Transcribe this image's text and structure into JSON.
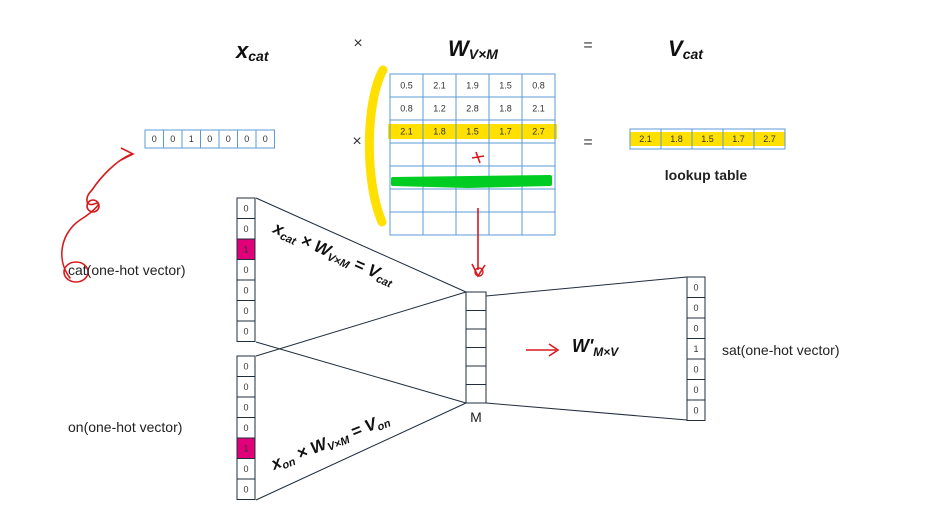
{
  "header": {
    "x_cat": "x",
    "x_cat_sub": "cat",
    "times": "×",
    "w": "W",
    "w_sub": "V×M",
    "equals": "=",
    "v_cat": "V",
    "v_cat_sub": "cat"
  },
  "onehot_cat": [
    "0",
    "0",
    "1",
    "0",
    "0",
    "0",
    "0"
  ],
  "matrix_rows": [
    [
      "0.5",
      "2.1",
      "1.9",
      "1.5",
      "0.8"
    ],
    [
      "0.8",
      "1.2",
      "2.8",
      "1.8",
      "2.1"
    ],
    [
      "2.1",
      "1.8",
      "1.5",
      "1.7",
      "2.7"
    ],
    [
      "",
      "",
      "",
      "",
      ""
    ],
    [
      "",
      "",
      "",
      "",
      ""
    ],
    [
      "",
      "",
      "",
      "",
      ""
    ],
    [
      "",
      "",
      "",
      "",
      ""
    ]
  ],
  "result_row": [
    "2.1",
    "1.8",
    "1.5",
    "1.7",
    "2.7"
  ],
  "lookup_label": "lookup table",
  "input_cat": {
    "label": "cat(one-hot vector)",
    "values": [
      "0",
      "0",
      "1",
      "0",
      "0",
      "0",
      "0"
    ]
  },
  "input_on": {
    "label": "on(one-hot vector)",
    "values": [
      "0",
      "0",
      "0",
      "0",
      "1",
      "0",
      "0"
    ]
  },
  "output_sat": {
    "label": "sat(one-hot vector)",
    "values": [
      "0",
      "0",
      "0",
      "1",
      "0",
      "0",
      "0"
    ]
  },
  "hidden_label": "M",
  "eq_cat": {
    "x": "x",
    "x_sub": "cat",
    "w": "W",
    "w_sub": "V×M",
    "v": "V",
    "v_sub": "cat"
  },
  "eq_on": {
    "x": "x",
    "x_sub": "on",
    "w": "W",
    "w_sub": "V×M",
    "v": "V",
    "v_sub": "on"
  },
  "w_prime": {
    "w": "W'",
    "sub": "M×V"
  },
  "colors": {
    "grid_line": "#5b9bd5",
    "highlight_yellow": "#ffe000",
    "onehot_magenta": "#e0007a",
    "marker_green": "#00cc22",
    "marker_red": "#d7191c",
    "text_red": "#e3000f"
  }
}
